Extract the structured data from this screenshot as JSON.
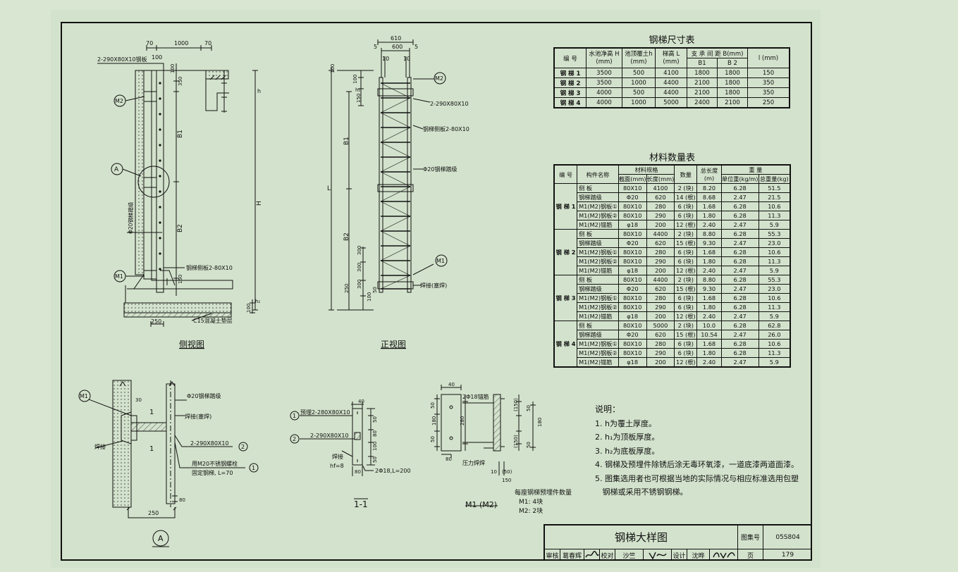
{
  "dim_table": {
    "title": "钢梯尺寸表",
    "headers": {
      "no": "编 号",
      "H": "水池净高 H (mm)",
      "h": "池顶覆土h (mm)",
      "L": "梯高 L (mm)",
      "B": "支 承 间 距 B(mm)",
      "B1": "B1",
      "B2": "B 2",
      "l": "l (mm)"
    },
    "rows": [
      {
        "no": "钢 梯 1",
        "H": "3500",
        "h": "500",
        "L": "4100",
        "B1": "1800",
        "B2": "1800",
        "l": "150"
      },
      {
        "no": "钢 梯 2",
        "H": "3500",
        "h": "1000",
        "L": "4400",
        "B1": "2100",
        "B2": "1800",
        "l": "350"
      },
      {
        "no": "钢 梯 3",
        "H": "4000",
        "h": "500",
        "L": "4400",
        "B1": "2100",
        "B2": "1800",
        "l": "350"
      },
      {
        "no": "钢 梯 4",
        "H": "4000",
        "h": "1000",
        "L": "5000",
        "B1": "2400",
        "B2": "2100",
        "l": "250"
      }
    ]
  },
  "mat_table": {
    "title": "材料数量表",
    "headers": {
      "no": "编 号",
      "name": "构件名称",
      "spec": "材料规格",
      "section": "截面(mm)",
      "length": "长度(mm)",
      "qty": "数量",
      "total_len": "总长度 (m)",
      "weight": "重 量",
      "unit_w": "单位重(kg/m)",
      "total_w": "总重量(kg)"
    },
    "groups": [
      {
        "label": "钢 梯 1",
        "rows": [
          [
            "侧 板",
            "80X10",
            "4100",
            "2 (块)",
            "8.20",
            "6.28",
            "51.5"
          ],
          [
            "钢梯踏级",
            "Φ20",
            "620",
            "14 (根)",
            "8.68",
            "2.47",
            "21.5"
          ],
          [
            "M1(M2)钢板①",
            "80X10",
            "280",
            "6 (块)",
            "1.68",
            "6.28",
            "10.6"
          ],
          [
            "M1(M2)钢板②",
            "80X10",
            "290",
            "6 (块)",
            "1.80",
            "6.28",
            "11.3"
          ],
          [
            "M1(M2)锚筋",
            "φ18",
            "200",
            "12 (根)",
            "2.40",
            "2.47",
            "5.9"
          ]
        ]
      },
      {
        "label": "钢 梯 2",
        "rows": [
          [
            "侧 板",
            "80X10",
            "4400",
            "2 (块)",
            "8.80",
            "6.28",
            "55.3"
          ],
          [
            "钢梯踏级",
            "Φ20",
            "620",
            "15 (根)",
            "9.30",
            "2.47",
            "23.0"
          ],
          [
            "M1(M2)钢板①",
            "80X10",
            "280",
            "6 (块)",
            "1.68",
            "6.28",
            "10.6"
          ],
          [
            "M1(M2)钢板②",
            "80X10",
            "290",
            "6 (块)",
            "1.80",
            "6.28",
            "11.3"
          ],
          [
            "M1(M2)锚筋",
            "φ18",
            "200",
            "12 (根)",
            "2.40",
            "2.47",
            "5.9"
          ]
        ]
      },
      {
        "label": "钢 梯 3",
        "rows": [
          [
            "侧 板",
            "80X10",
            "4400",
            "2 (块)",
            "8.80",
            "6.28",
            "55.3"
          ],
          [
            "钢梯踏级",
            "Φ20",
            "620",
            "15 (根)",
            "9.30",
            "2.47",
            "23.0"
          ],
          [
            "M1(M2)钢板①",
            "80X10",
            "280",
            "6 (块)",
            "1.68",
            "6.28",
            "10.6"
          ],
          [
            "M1(M2)钢板②",
            "80X10",
            "290",
            "6 (块)",
            "1.80",
            "6.28",
            "11.3"
          ],
          [
            "M1(M2)锚筋",
            "φ18",
            "200",
            "12 (根)",
            "2.40",
            "2.47",
            "5.9"
          ]
        ]
      },
      {
        "label": "钢 梯 4",
        "rows": [
          [
            "侧 板",
            "80X10",
            "5000",
            "2 (块)",
            "10.0",
            "6.28",
            "62.8"
          ],
          [
            "钢梯踏级",
            "Φ20",
            "620",
            "15 (根)",
            "10.54",
            "2.47",
            "26.0"
          ],
          [
            "M1(M2)钢板①",
            "80X10",
            "280",
            "6 (块)",
            "1.68",
            "6.28",
            "10.6"
          ],
          [
            "M1(M2)钢板②",
            "80X10",
            "290",
            "6 (块)",
            "1.80",
            "6.28",
            "11.3"
          ],
          [
            "M1(M2)锚筋",
            "φ18",
            "200",
            "12 (根)",
            "2.40",
            "2.47",
            "5.9"
          ]
        ]
      }
    ]
  },
  "notes": {
    "heading": "说明：",
    "items": [
      "1. h为覆土厚度。",
      "2. h₁为顶板厚度。",
      "3. h₂为底板厚度。",
      "4. 钢梯及预埋件除锈后涂无毒环氧漆，一道底漆两道面漆。",
      "5. 图集选用者也可根据当地的实际情况与相应标准选用包塑",
      "   钢梯或采用不锈钢钢梯。"
    ]
  },
  "title_block": {
    "drawing_title": "钢梯大样图",
    "atlas_label": "图集号",
    "atlas_no": "05S804",
    "review_label": "审核",
    "reviewer": "葛春辉",
    "check_label": "校对",
    "checker": "沙竺",
    "design_label": "设计",
    "designer": "沈晔",
    "page_label": "页",
    "page_no": "179"
  },
  "side_view": {
    "title": "侧视图",
    "labels": {
      "top_plate": "2-290X80X10钢板",
      "d70a": "70",
      "d1000": "1000",
      "d70b": "70",
      "d100": "100",
      "d100b": "100",
      "d350": "350",
      "h": "h",
      "B1": "B1",
      "B2": "B2",
      "H": "H",
      "d150": "150",
      "h2": "h₂",
      "d100c": "100",
      "d250": "250",
      "rung": "Φ20钢梯踏级",
      "side_plate": "钢梯侧板2-80X10",
      "concrete": "C15混凝土垫层",
      "M2": "M2",
      "M1": "M1",
      "A": "A"
    }
  },
  "front_view": {
    "title": "正视图",
    "labels": {
      "d610": "610",
      "d5a": "5",
      "d600": "600",
      "d5b": "5",
      "d10a": "10",
      "d10b": "10",
      "d100a": "100",
      "d100b": "100",
      "h1": "h₁",
      "d150": "150",
      "B1": "B1",
      "L": "L",
      "B2": "B2",
      "d300a": "300",
      "d300b": "300",
      "d300c": "300",
      "d250": "250",
      "d100c": "100",
      "d50": "50",
      "plate": "2-290X80X10",
      "side": "钢梯侧板2-80X10",
      "rung": "Φ20钢梯踏级",
      "weld": "焊接(塞焊)",
      "M2": "M2",
      "M1": "M1"
    }
  },
  "detail_a": {
    "title": "A",
    "labels": {
      "M1": "M1",
      "d30": "30",
      "rung": "Φ20钢梯踏级",
      "weld_plug": "焊接(塞焊)",
      "weld": "焊接",
      "plate": "2-290X80X10",
      "bolt1": "用M20不锈钢螺栓",
      "bolt2": "固定钢梯, L=70",
      "c1": "1",
      "c2": "2",
      "s1": "1",
      "s2": "1",
      "d80": "80",
      "d250": "250"
    }
  },
  "section_11": {
    "title": "1-1",
    "labels": {
      "plate1": "预埋2-280X80X10",
      "plate2": "2-290X80X10",
      "c1": "1",
      "c2": "2",
      "d40": "40",
      "d50a": "50",
      "d80": "80",
      "d100a": "100",
      "d50b": "50",
      "weld": "焊接",
      "hf": "hf=8",
      "d80b": "80",
      "anchor": "2Φ18,L=200"
    }
  },
  "m1m2": {
    "title": "M1 (M2)",
    "labels": {
      "d40": "40",
      "anchor": "2Φ18锚筋",
      "d50a": "50",
      "d180": "180",
      "d280": "280",
      "d50b": "50",
      "d80": "80",
      "d150a": "(150)",
      "d50c": "50",
      "d180b": "180",
      "d150b": "(150)",
      "d50d": "50",
      "weld": "压力焊焊",
      "d10": "10",
      "d150c": "(50)",
      "d150d": "150",
      "qty_title": "每座钢梯预埋件数量",
      "qty_m1": "M1: 4块",
      "qty_m2": "M2: 2块"
    }
  }
}
